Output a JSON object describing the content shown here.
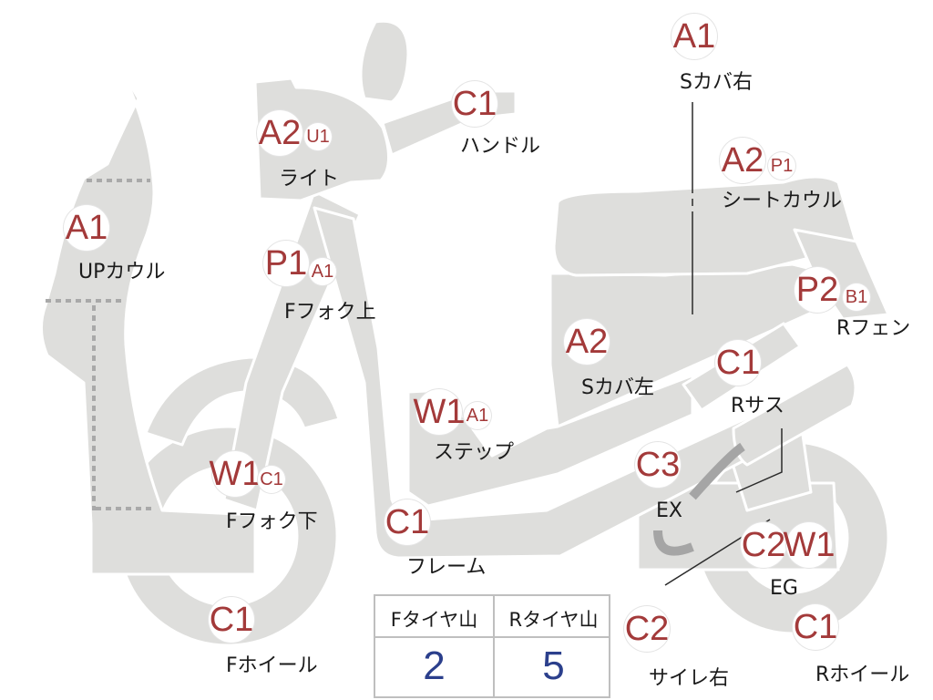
{
  "part_markers": [
    {
      "id": "up-cowl",
      "label": "UPカウル",
      "grades": [
        "A1"
      ]
    },
    {
      "id": "light",
      "label": "ライト",
      "grades": [
        "A2",
        "U1"
      ]
    },
    {
      "id": "handle",
      "label": "ハンドル",
      "grades": [
        "C1"
      ]
    },
    {
      "id": "fork-upper",
      "label": "Fフォク上",
      "grades": [
        "P1",
        "A1"
      ]
    },
    {
      "id": "fork-lower",
      "label": "Fフォク下",
      "grades": [
        "W1",
        "C1"
      ]
    },
    {
      "id": "front-wheel",
      "label": "Fホイール",
      "grades": [
        "C1"
      ]
    },
    {
      "id": "frame",
      "label": "フレーム",
      "grades": [
        "C1"
      ]
    },
    {
      "id": "step",
      "label": "ステップ",
      "grades": [
        "W1",
        "A1"
      ]
    },
    {
      "id": "side-cover-left",
      "label": "Sカバ左",
      "grades": [
        "A2"
      ]
    },
    {
      "id": "side-cover-right",
      "label": "Sカバ右",
      "grades": [
        "A1"
      ]
    },
    {
      "id": "seat-cowl",
      "label": "シートカウル",
      "grades": [
        "A2",
        "P1"
      ]
    },
    {
      "id": "rear-fender",
      "label": "Rフェン",
      "grades": [
        "P2",
        "B1"
      ]
    },
    {
      "id": "rear-suspension",
      "label": "Rサス",
      "grades": [
        "C1"
      ]
    },
    {
      "id": "exhaust",
      "label": "EX",
      "grades": [
        "C3"
      ]
    },
    {
      "id": "engine",
      "label": "EG",
      "grades": [
        "C2",
        "W1"
      ]
    },
    {
      "id": "muffler-right",
      "label": "サイレ右",
      "grades": [
        "C2"
      ]
    },
    {
      "id": "rear-wheel",
      "label": "Rホイール",
      "grades": [
        "C1"
      ]
    }
  ],
  "tire_table": {
    "headers": [
      "Fタイヤ山",
      "Rタイヤ山"
    ],
    "values": [
      "2",
      "5"
    ]
  },
  "colors": {
    "body_fill": "#dededc",
    "body_stroke": "#ffffff",
    "grade_text": "#a33a3a",
    "table_value": "#2b3f8c",
    "dotted": "#a9a9a9"
  }
}
